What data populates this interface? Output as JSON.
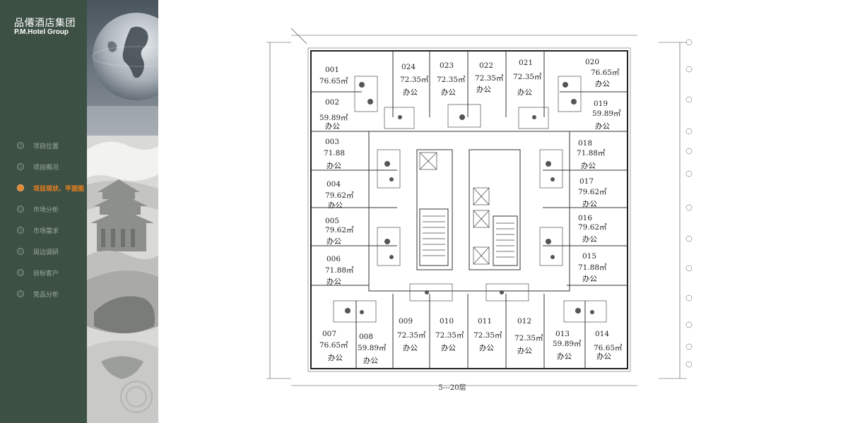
{
  "brand": {
    "name_cn": "品僊酒店集团",
    "name_en": "P.M.Hotel Group"
  },
  "nav": {
    "items": [
      {
        "label": "项目位置",
        "active": false
      },
      {
        "label": "项目概况",
        "active": false
      },
      {
        "label": "项目现状、平面图",
        "active": true
      },
      {
        "label": "市场分析",
        "active": false
      },
      {
        "label": "市场需求",
        "active": false
      },
      {
        "label": "周边调研",
        "active": false
      },
      {
        "label": "目标客户",
        "active": false
      },
      {
        "label": "竞品分析",
        "active": false
      }
    ],
    "active_color": "#f0821e"
  },
  "floor_plan": {
    "caption": "5---20层",
    "usage": "办公",
    "rooms": [
      {
        "no": "001",
        "area": "76.65㎡"
      },
      {
        "no": "002",
        "area": "59.89㎡"
      },
      {
        "no": "003",
        "area": "71.88"
      },
      {
        "no": "004",
        "area": "79.62㎡"
      },
      {
        "no": "005",
        "area": "79.62㎡"
      },
      {
        "no": "006",
        "area": "71.88㎡"
      },
      {
        "no": "007",
        "area": "76.65㎡"
      },
      {
        "no": "008",
        "area": "59.89㎡"
      },
      {
        "no": "009",
        "area": "72.35㎡"
      },
      {
        "no": "010",
        "area": "72.35㎡"
      },
      {
        "no": "011",
        "area": "72.35㎡"
      },
      {
        "no": "012",
        "area": "72.35㎡"
      },
      {
        "no": "013",
        "area": "59.89㎡"
      },
      {
        "no": "014",
        "area": "76.65㎡"
      },
      {
        "no": "015",
        "area": "71.88㎡"
      },
      {
        "no": "016",
        "area": "79.62㎡"
      },
      {
        "no": "017",
        "area": "79.62㎡"
      },
      {
        "no": "018",
        "area": "71.88㎡"
      },
      {
        "no": "019",
        "area": "59.89㎡"
      },
      {
        "no": "020",
        "area": "76.65㎡"
      },
      {
        "no": "021",
        "area": "72.35㎡"
      },
      {
        "no": "022",
        "area": "72.35㎡"
      },
      {
        "no": "023",
        "area": "72.35㎡"
      },
      {
        "no": "024",
        "area": "72.35㎡"
      }
    ]
  },
  "colors": {
    "sidebar_bg": "#3d5044",
    "accent": "#f0821e"
  }
}
